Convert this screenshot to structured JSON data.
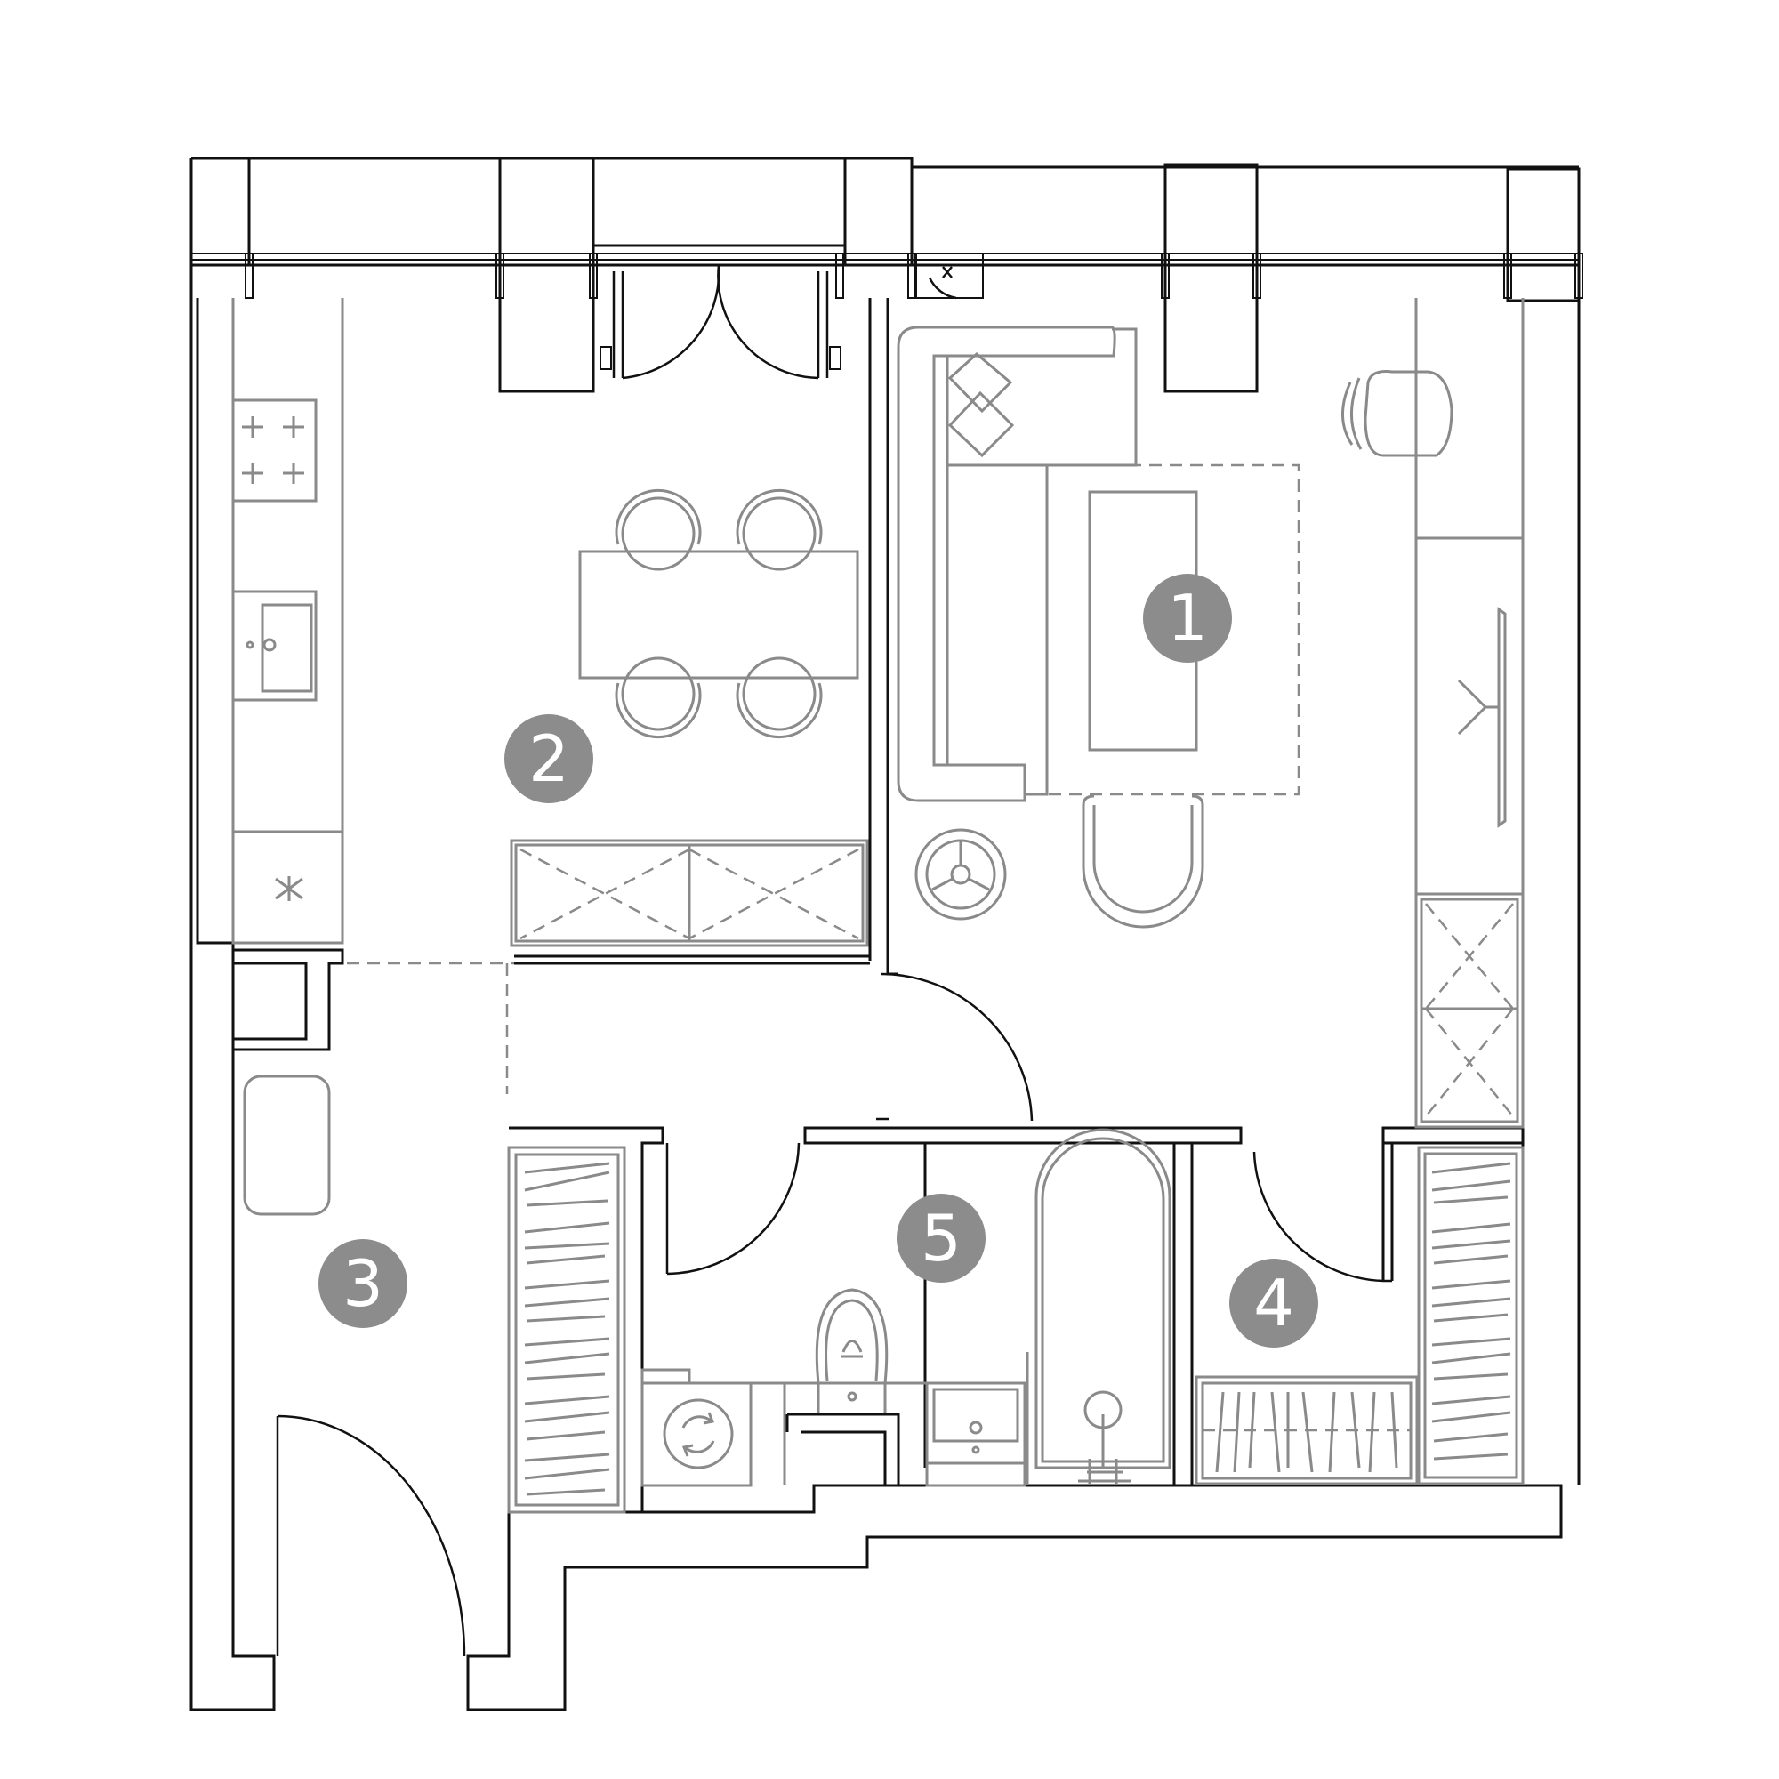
{
  "plan": {
    "badge_color": "#8c8c8c",
    "wall_color": "#111111",
    "furniture_color": "#8a8a8a",
    "rooms": [
      {
        "id": "room-1",
        "label": "1"
      },
      {
        "id": "room-2",
        "label": "2"
      },
      {
        "id": "room-3",
        "label": "3"
      },
      {
        "id": "room-4",
        "label": "4"
      },
      {
        "id": "room-5",
        "label": "5"
      }
    ],
    "icons": [
      "sofa-icon",
      "pillow-icon",
      "coffee-table-icon",
      "armchair-icon",
      "desk-chair-icon",
      "tv-icon",
      "round-table-icon",
      "dining-table-icon",
      "chair-icon",
      "cooktop-icon",
      "kitchen-sink-icon",
      "fridge-icon",
      "wardrobe-icon",
      "bathtub-icon",
      "toilet-icon",
      "washbasin-icon",
      "washing-machine-icon",
      "shoe-bench-icon",
      "door-swing-icon",
      "balcony-door-icon"
    ]
  }
}
